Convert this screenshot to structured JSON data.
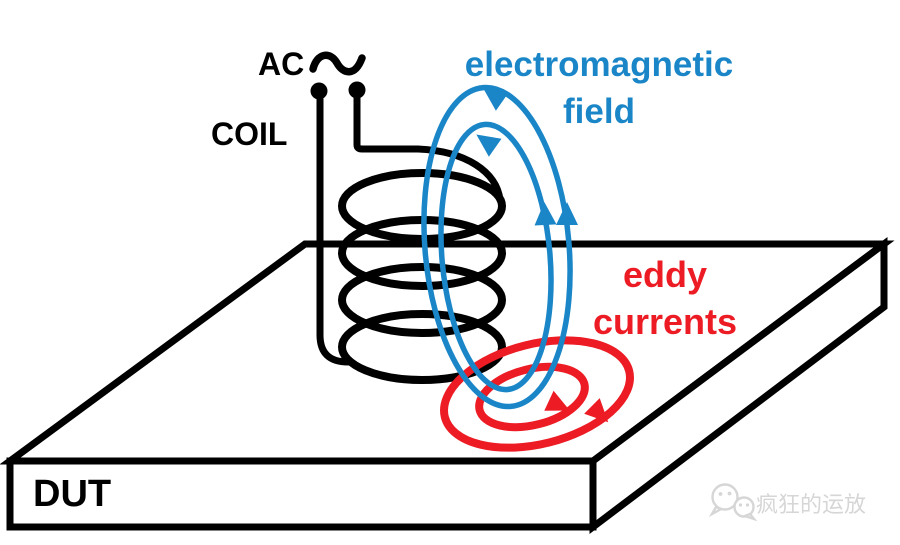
{
  "diagram": {
    "title_context": "eddy current inspection diagram",
    "colors": {
      "line_black": "#000000",
      "field_blue": "#1a86c8",
      "eddy_red": "#ec1b24",
      "watermark_gray": "#d6d6d6"
    },
    "labels": {
      "ac": "AC",
      "coil": "COIL",
      "field_line1": "electromagnetic",
      "field_line2": "field",
      "eddy_line1": "eddy",
      "eddy_line2": "currents",
      "dut": "DUT"
    },
    "icons": {
      "ac_waveform": "sine-wave-squiggle",
      "watermark": "wechat-chat-bubbles"
    },
    "watermark": {
      "text": "疯狂的运放"
    }
  }
}
